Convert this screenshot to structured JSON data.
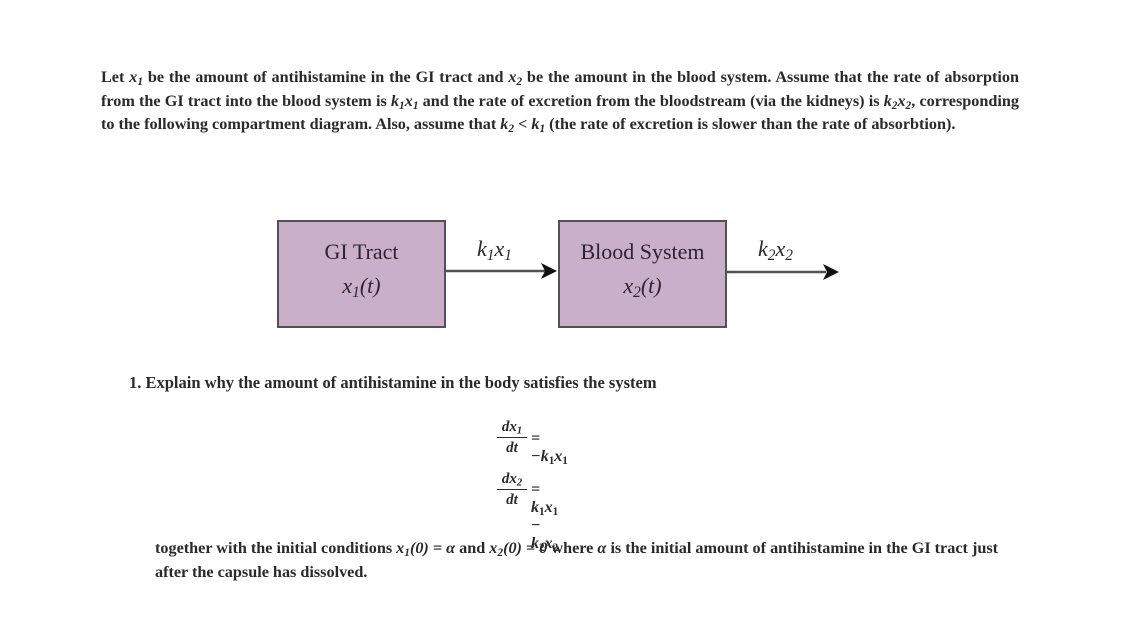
{
  "intro": {
    "line1_a": "Let ",
    "x1": "x",
    "x1_sub": "1",
    "line1_b": " be the amount of antihistamine in the GI tract and ",
    "x2": "x",
    "x2_sub": "2",
    "line1_c": " be the amount in the blood system. Assume that the rate of absorption from the GI tract into the blood system is ",
    "rate1": "k",
    "rate1_sub": "1",
    "rate1_var": "x",
    "rate1_var_sub": "1",
    "line2_b": " and the rate of excretion from the bloodstream (via the kidneys) is ",
    "rate2": "k",
    "rate2_sub": "2",
    "rate2_var": "x",
    "rate2_var_sub": "2",
    "line3_b": ", corresponding to the following compartment diagram. Also, assume that ",
    "ineq_k2": "k",
    "ineq_k2_sub": "2",
    "ineq_op": " < ",
    "ineq_k1": "k",
    "ineq_k1_sub": "1",
    "line4_b": " (the rate of excretion is slower than the rate of absorbtion)."
  },
  "diagram": {
    "box_color": "#c9afc9",
    "compartments": [
      {
        "title": "GI Tract",
        "var": "x",
        "var_sub": "1",
        "var_arg": "(t)"
      },
      {
        "title": "Blood System",
        "var": "x",
        "var_sub": "2",
        "var_arg": "(t)"
      }
    ],
    "flows": [
      {
        "k": "k",
        "k_sub": "1",
        "x": "x",
        "x_sub": "1"
      },
      {
        "k": "k",
        "k_sub": "2",
        "x": "x",
        "x_sub": "2"
      }
    ]
  },
  "question": {
    "number": "1.",
    "text": "Explain why the amount of antihistamine in the body satisfies the system",
    "equations": [
      {
        "num": "dx",
        "num_sub": "1",
        "den": "dt",
        "rhs": "= −k",
        "rhs_sub1": "1",
        "rhs_b": "x",
        "rhs_sub2": "1",
        "rhs_c": "",
        "rhs_sub3": "",
        "rhs_d": "",
        "rhs_sub4": ""
      },
      {
        "num": "dx",
        "num_sub": "2",
        "den": "dt",
        "rhs": "= k",
        "rhs_sub1": "1",
        "rhs_b": "x",
        "rhs_sub2": "1",
        "rhs_c": " − k",
        "rhs_sub3": "2",
        "rhs_d": "x",
        "rhs_sub4": "2"
      }
    ],
    "followup_a": "together with the initial conditions ",
    "ic1": "x",
    "ic1_sub": "1",
    "ic1_rest": "(0) = α",
    "followup_b": " and ",
    "ic2": "x",
    "ic2_sub": "2",
    "ic2_rest": "(0) = 0",
    "followup_c": " where ",
    "alpha": "α",
    "followup_d": " is the initial amount of antihistamine in the GI tract just after the capsule has dissolved."
  }
}
